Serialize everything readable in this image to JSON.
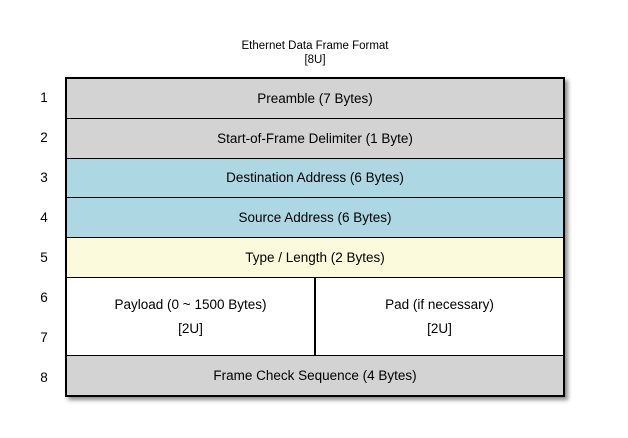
{
  "diagram": {
    "title": "Ethernet Data Frame Format",
    "subtitle": "[8U]",
    "row_numbers": [
      "1",
      "2",
      "3",
      "4",
      "5",
      "6",
      "7",
      "8"
    ],
    "rows": [
      {
        "label": "Preamble (7 Bytes)",
        "fill": "#d3d3d3"
      },
      {
        "label": "Start-of-Frame Delimiter (1 Byte)",
        "fill": "#d3d3d3"
      },
      {
        "label": "Destination Address (6 Bytes)",
        "fill": "#add8e3"
      },
      {
        "label": "Source Address (6 Bytes)",
        "fill": "#add8e3"
      },
      {
        "label": "Type / Length (2 Bytes)",
        "fill": "#fbfadc"
      },
      {
        "fill": "#ffffff",
        "cells": [
          {
            "label": "Payload (0 ~ 1500 Bytes)",
            "units": "[2U]"
          },
          {
            "label": "Pad (if necessary)",
            "units": "[2U]"
          }
        ]
      },
      {
        "label": "Frame Check Sequence (4 Bytes)",
        "fill": "#d3d3d3"
      }
    ],
    "colors": {
      "gray": "#d3d3d3",
      "blue": "#add8e3",
      "yellow": "#fbfadc",
      "white": "#ffffff",
      "border": "#000000",
      "background": "#ffffff"
    }
  }
}
